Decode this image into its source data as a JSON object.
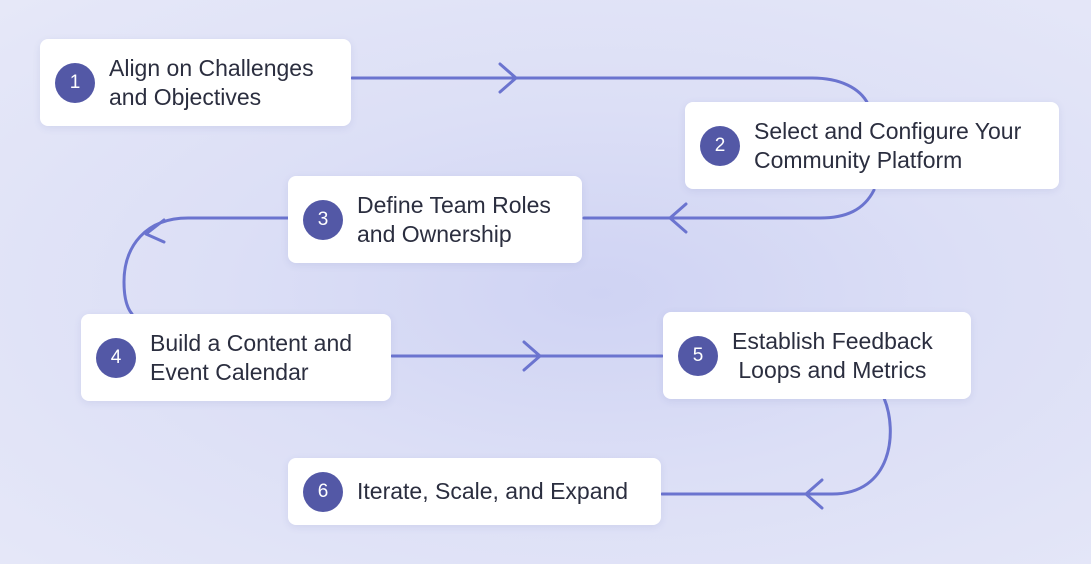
{
  "colors": {
    "accent": "#5358a6",
    "connector": "#6b74cf",
    "card": "#ffffff",
    "text": "#2b2e3f"
  },
  "steps": [
    {
      "number": "1",
      "label": "Align on Challenges\nand Objectives"
    },
    {
      "number": "2",
      "label": "Select and Configure Your\nCommunity Platform"
    },
    {
      "number": "3",
      "label": "Define Team Roles\nand Ownership"
    },
    {
      "number": "4",
      "label": "Build a Content and\nEvent Calendar"
    },
    {
      "number": "5",
      "label": "Establish Feedback\nLoops and Metrics"
    },
    {
      "number": "6",
      "label": "Iterate, Scale, and Expand"
    }
  ]
}
